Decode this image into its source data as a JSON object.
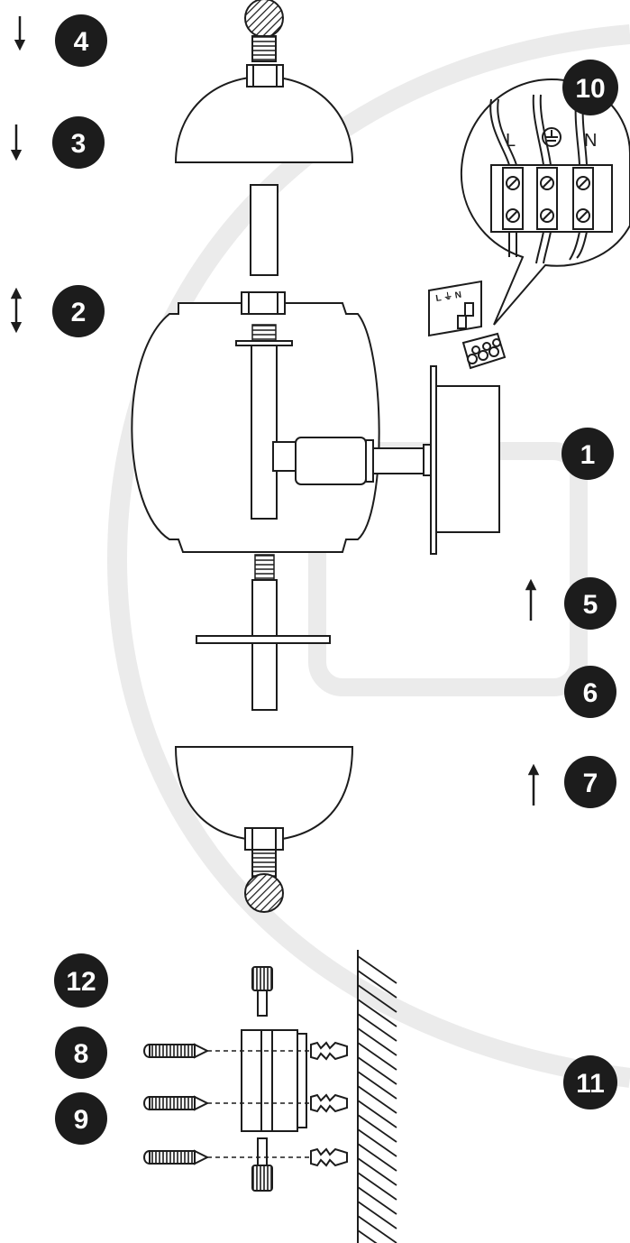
{
  "badges": {
    "b1": "1",
    "b2": "2",
    "b3": "3",
    "b4": "4",
    "b5": "5",
    "b6": "6",
    "b7": "7",
    "b8": "8",
    "b9": "9",
    "b10": "10",
    "b11": "11",
    "b12": "12"
  },
  "terminal_labels": {
    "live": "L",
    "neutral": "N",
    "small_plate": "L ⏚ N"
  },
  "colors": {
    "ink": "#1c1c1c",
    "badge_fill": "#1c1c1c",
    "badge_text": "#ffffff",
    "watermark": "#ebebeb"
  },
  "icons": {
    "down_arrow": "arrow-down-icon",
    "up_arrow": "arrow-up-icon",
    "updown_arrow": "arrow-updown-icon",
    "earth": "earth-ground-icon"
  }
}
